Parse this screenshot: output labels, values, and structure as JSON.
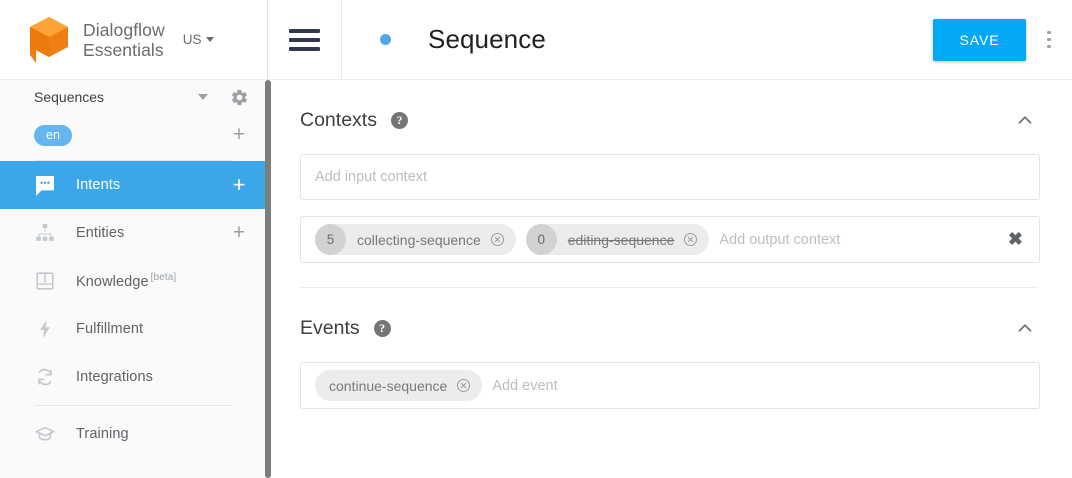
{
  "sidebar": {
    "brand": {
      "line1": "Dialogflow",
      "line2": "Essentials",
      "logo_icon": "dialogflow-cube-logo",
      "color": "#f07f13"
    },
    "region": {
      "label": "US",
      "caret_icon": "caret-down-icon"
    },
    "agent": {
      "name": "Sequences",
      "caret_icon": "caret-down-icon",
      "settings_icon": "gear-icon"
    },
    "language": {
      "chip": "en",
      "chip_color": "#64b5f0",
      "add_icon": "plus-icon"
    },
    "nav": [
      {
        "label": "Intents",
        "icon": "speech-bubble-icon",
        "active": true,
        "add": "+"
      },
      {
        "label": "Entities",
        "icon": "sitemap-icon",
        "active": false,
        "add": "+"
      },
      {
        "label": "Knowledge",
        "icon": "book-icon",
        "active": false,
        "badge": "[beta]"
      },
      {
        "label": "Fulfillment",
        "icon": "lightning-bolt-icon",
        "active": false
      },
      {
        "label": "Integrations",
        "icon": "sync-arrows-icon",
        "active": false
      },
      {
        "label": "Training",
        "icon": "graduation-cap-icon",
        "active": false
      }
    ],
    "active_color": "#3ba7e8"
  },
  "topbar": {
    "menu_icon": "hamburger-menu-icon",
    "status_dot": "status-dot",
    "title": "Sequence",
    "save_label": "SAVE",
    "save_color": "#03a9f4",
    "more_icon": "kebab-menu-icon"
  },
  "contexts": {
    "title": "Contexts",
    "help_icon": "help-circle-icon",
    "collapse_icon": "chevron-up-icon",
    "input_placeholder": "Add input context",
    "output_placeholder": "Add output context",
    "clear_icon": "close-icon",
    "output_chips": [
      {
        "count": "5",
        "name": "collecting-sequence",
        "struck": false,
        "remove_icon": "remove-circle-icon"
      },
      {
        "count": "0",
        "name": "editing-sequence",
        "struck": true,
        "remove_icon": "remove-circle-icon"
      }
    ]
  },
  "events": {
    "title": "Events",
    "help_icon": "help-circle-icon",
    "collapse_icon": "chevron-up-icon",
    "placeholder": "Add event",
    "chips": [
      {
        "name": "continue-sequence",
        "remove_icon": "remove-circle-icon"
      }
    ]
  }
}
